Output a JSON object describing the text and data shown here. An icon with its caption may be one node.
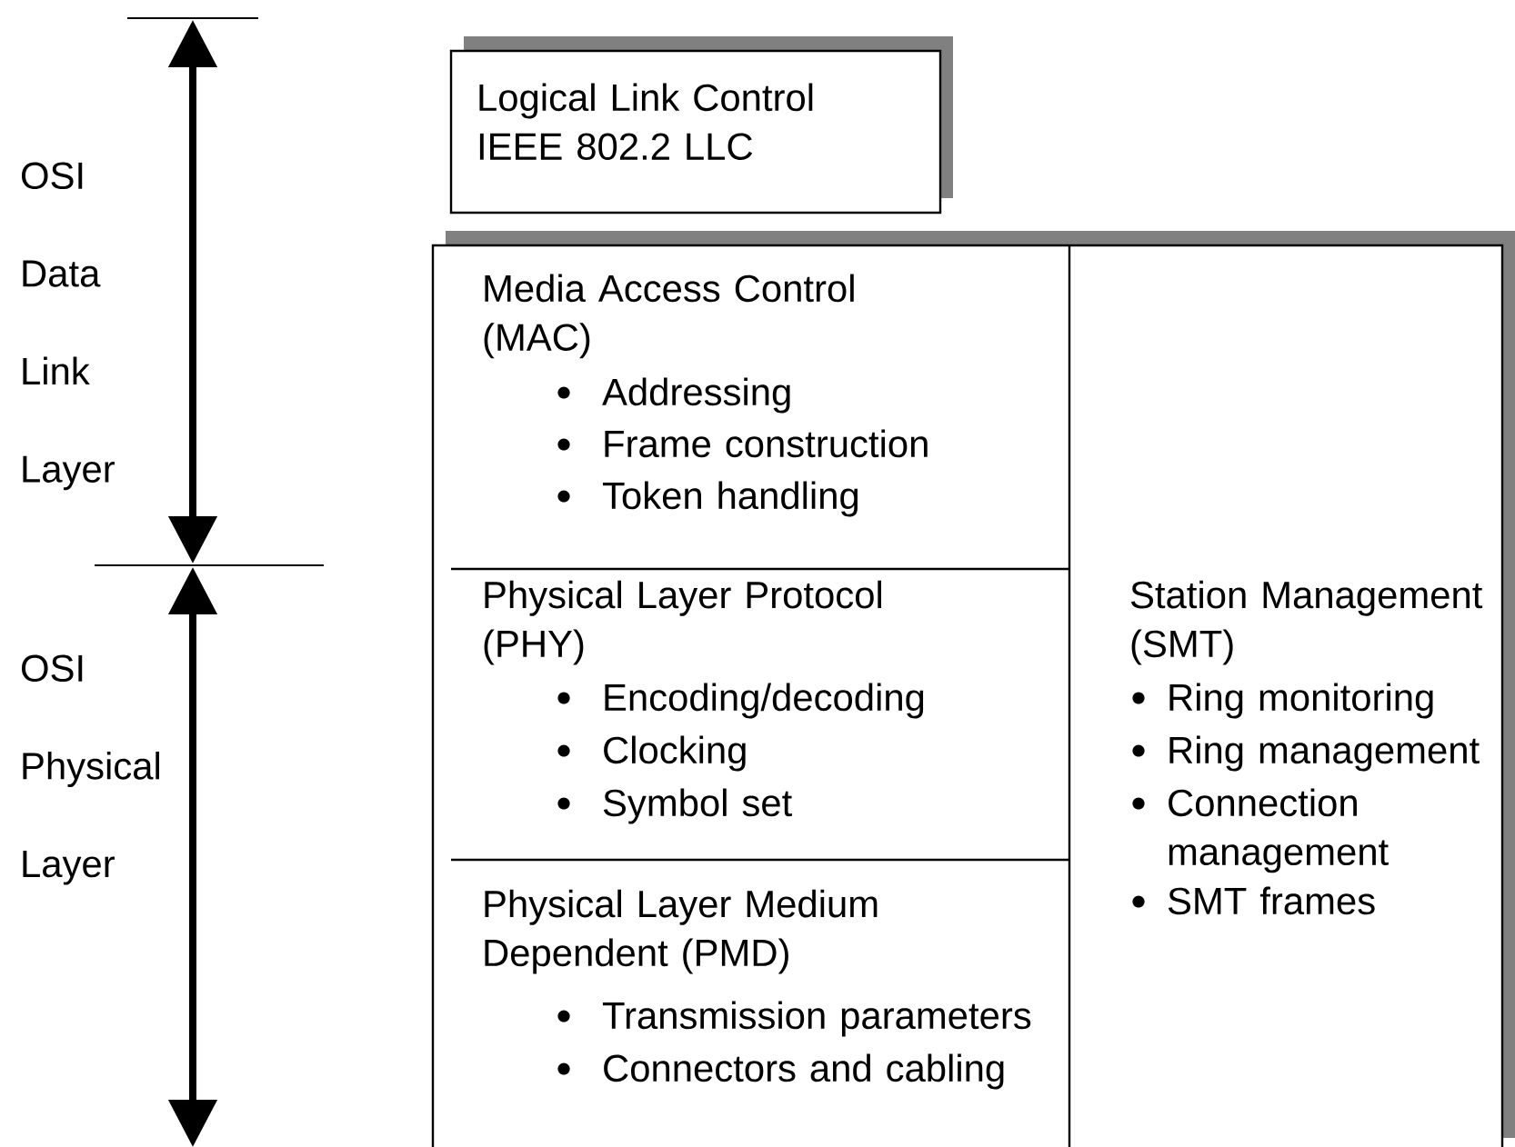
{
  "diagram": {
    "nodes": [
      {
        "text": [
          "Logical Link Control IEEE 802.2 LLC"
        ]
      },
      {
        "text": [],
        "shape": "box"
      },
      {
        "text": [
          "Media Access Control (MAC)",
          "Addressing",
          "Frame construction",
          "Token handling"
        ],
        "in": 1
      },
      {
        "text": [
          "Physical Layer Protocol (PHY)",
          "Encoding/decoding",
          "Clocking",
          "Symbol set"
        ],
        "in": 1
      },
      {
        "text": [
          "Physical Layer Medium Dependent (PMD)",
          "Transmission parameters",
          "Connectors and cabling"
        ],
        "in": 1
      },
      {
        "text": [
          "Station Management (SMT)",
          "Ring monitoring",
          "Ring management",
          "Connection management",
          "SMT frames"
        ],
        "in": 1
      }
    ],
    "edges": [],
    "labels": [
      "OSI Data Link Layer",
      "OSI Physical Layer"
    ]
  }
}
